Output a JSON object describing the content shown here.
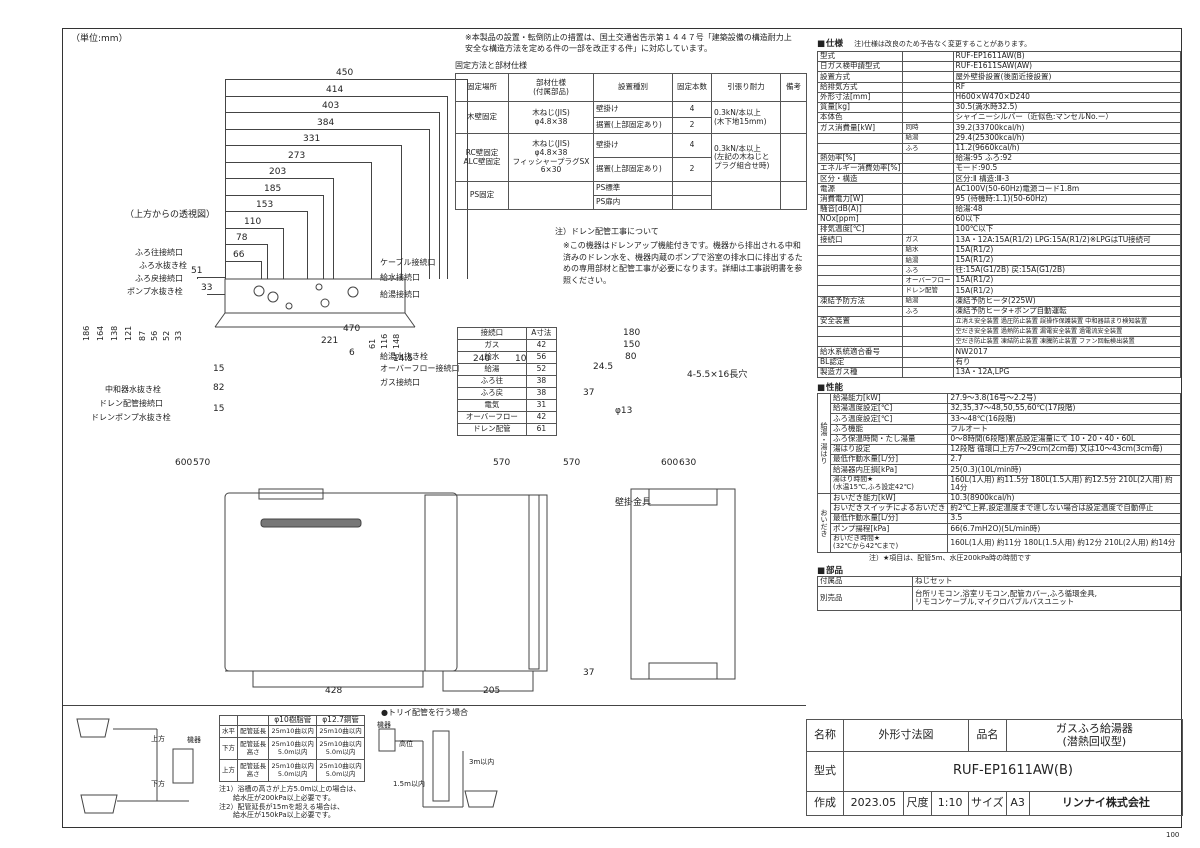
{
  "unit_label": "（単位:mm）",
  "perspective_label": "（上方からの透視図）",
  "top_dims": [
    "450",
    "414",
    "403",
    "384",
    "331",
    "273",
    "203",
    "185",
    "153",
    "110",
    "78",
    "66",
    "51",
    "33"
  ],
  "left_dims": [
    "186",
    "164",
    "138",
    "121",
    "87",
    "56",
    "52",
    "33"
  ],
  "right_dims": [
    "61",
    "116",
    "148"
  ],
  "left_labels": [
    "ふろ往接続口",
    "ふろ水抜き栓",
    "ふろ戻接続口",
    "ポンプ水抜き栓",
    "中和器水抜き栓",
    "ドレン配管接続口",
    "ドレンポンプ水抜き栓"
  ],
  "right_labels": [
    "ケーブル接続口",
    "給水接続口",
    "給湯接続口",
    "給湯水抜き栓",
    "オーバーフロー接続口",
    "ガス接続口"
  ],
  "install_note": "※本製品の設置・転倒防止の措置は、国土交通省告示第１４４７号「建築設備の構造耐力上安全な構造方法を定める件の一部を改正する件」に対応しています。",
  "fix_title": "固定方法と部材仕様",
  "fix_headers": [
    "固定場所",
    "部材仕様\n(付属部品)",
    "設置種別",
    "固定本数",
    "引張り耐力",
    "備考"
  ],
  "fix_rows": [
    {
      "place": "木壁固定",
      "spec": "木ねじ(JIS)\nφ4.8×38",
      "kinds": [
        "壁掛け",
        "据置(上部固定あり)"
      ],
      "counts": [
        "4",
        "2"
      ],
      "force": "0.3kN/本以上\n(木下地15mm)",
      "note": ""
    },
    {
      "place": "RC壁固定\nALC壁固定",
      "spec": "木ねじ(JIS)\nφ4.8×38\nフィッシャープラグSX\n6×30",
      "kinds": [
        "壁掛け",
        "据置(上部固定あり)"
      ],
      "counts": [
        "4",
        "2"
      ],
      "force": "0.3kN/本以上\n(左記の木ねじと\nプラグ組合せ時)",
      "note": ""
    },
    {
      "place": "PS固定",
      "spec": "",
      "kinds": [
        "PS標準",
        "PS扉内"
      ],
      "counts": [
        "",
        ""
      ],
      "force": "",
      "note": ""
    }
  ],
  "drain_note_title": "注）ドレン配管工事について",
  "drain_note": "※この機器はドレンアップ機能付きです。機器から排出される中和済みのドレン水を、機器内蔵のポンプで浴室の排水口に排出するための専用部材と配管工事が必要になります。詳細は工事説明書を参照ください。",
  "conn_headers": [
    "接続口",
    "A寸法"
  ],
  "conn_rows": [
    [
      "ガス",
      "42"
    ],
    [
      "給水",
      "56"
    ],
    [
      "給湯",
      "52"
    ],
    [
      "ふろ往",
      "38"
    ],
    [
      "ふろ戻",
      "38"
    ],
    [
      "電気",
      "31"
    ],
    [
      "オーバーフロー",
      "42"
    ],
    [
      "ドレン配管",
      "61"
    ]
  ],
  "wall_bracket_label": "壁掛金具",
  "front_dims": [
    "470",
    "221",
    "6",
    "15",
    "82",
    "15",
    "600",
    "570",
    "428"
  ],
  "side_dims": [
    "14.5",
    "240",
    "10",
    "570",
    "205"
  ],
  "bracket_dims": [
    "180",
    "150",
    "80",
    "24.5",
    "37",
    "4-5.5×16長穴",
    "φ13",
    "570",
    "600",
    "630",
    "37"
  ],
  "spec": {
    "title": "仕様",
    "note": "注)仕様は改良のため予告なく変更することがあります。",
    "rows": [
      [
        "型式",
        "",
        "RUF-EP1611AW(B)"
      ],
      [
        "日ガス検申請型式",
        "",
        "RUF-E1611SAW(AW)"
      ],
      [
        "設置方式",
        "",
        "屋外壁掛設置(後面近接設置)"
      ],
      [
        "給排気方式",
        "",
        "RF"
      ],
      [
        "外形寸法[mm]",
        "",
        "H600×W470×D240"
      ],
      [
        "質量[kg]",
        "",
        "30.5(満水時32.5)"
      ],
      [
        "本体色",
        "",
        "シャイニーシルバー（近似色:マンセルNo.ー）"
      ],
      [
        "ガス消費量[kW]",
        "同時",
        "39.2(33700kcal/h)"
      ],
      [
        "",
        "給湯",
        "29.4(25300kcal/h)"
      ],
      [
        "",
        "ふろ",
        "11.2(9660kcal/h)"
      ],
      [
        "熱効率[%]",
        "",
        "給湯:95 ふろ:92"
      ],
      [
        "エネルギー消費効率[%]",
        "",
        "モード:90.5"
      ],
      [
        "区分・構造",
        "",
        "区分:Ⅱ 構造:Ⅲ-3"
      ],
      [
        "電源",
        "",
        "AC100V(50-60Hz)電源コード1.8m"
      ],
      [
        "消費電力[W]",
        "",
        "95 (待機時:1.1)(50-60Hz)"
      ],
      [
        "騒音[dB(A)]",
        "",
        "給湯:48"
      ],
      [
        "NOx[ppm]",
        "",
        "60以下"
      ],
      [
        "排気温度[℃]",
        "",
        "100℃以下"
      ],
      [
        "接続口",
        "ガス",
        "13A・12A:15A(R1/2) LPG:15A(R1/2)※LPGはTU接続可"
      ],
      [
        "",
        "給水",
        "15A(R1/2)"
      ],
      [
        "",
        "給湯",
        "15A(R1/2)"
      ],
      [
        "",
        "ふろ",
        "往:15A(G1/2B) 戻:15A(G1/2B)"
      ],
      [
        "",
        "オーバーフロー",
        "15A(R1/2)"
      ],
      [
        "",
        "ドレン配管",
        "15A(R1/2)"
      ],
      [
        "凍結予防方法",
        "給湯",
        "凍結予防ヒータ(225W)"
      ],
      [
        "",
        "ふろ",
        "凍結予防ヒータ+ポンプ自動運転"
      ],
      [
        "安全装置",
        "",
        "立消え安全装置 過圧防止装置 誤操作保護装置 中和器詰まり検知装置"
      ],
      [
        "",
        "",
        "空だき安全装置 過熱防止装置 漏電安全装置 過電流安全装置"
      ],
      [
        "",
        "",
        "空だき防止装置 凍結防止装置 凍騰防止装置 ファン回転検出装置"
      ],
      [
        "給水系統適合番号",
        "",
        "NW2017"
      ],
      [
        "BL認定",
        "",
        "有り"
      ],
      [
        "製造ガス種",
        "",
        "13A・12A,LPG"
      ]
    ]
  },
  "perf": {
    "title": "性能",
    "rows": [
      [
        "給湯能力[kW]",
        "27.9～3.8(16号～2.2号)"
      ],
      [
        "給湯温度設定[℃]",
        "32,35,37～48,50,55,60℃(17段階)"
      ],
      [
        "ふろ温度設定[℃]",
        "33～48℃(16段階)"
      ],
      [
        "ふろ機能",
        "フルオート"
      ],
      [
        "ふろ保温時間・たし湯量",
        "0～8時間(6段階)累品設定湯量にて 10・20・40・60L"
      ],
      [
        "湯はり設定",
        "12段階 循環口上方7～29cm(2cm毎) 又は10～43cm(3cm毎)"
      ],
      [
        "最低作動水量[L/分]",
        "2.7"
      ],
      [
        "給湯器内圧損[kPa]",
        "25(0.3)(10L/min時)"
      ],
      [
        "湯はり時間★\n(水温15℃,ふろ設定42℃)",
        "160L(1人用) 約11.5分 180L(1.5人用) 約12.5分 210L(2人用) 約14分"
      ],
      [
        "おいだき能力[kW]",
        "10.3(8900kcal/h)"
      ],
      [
        "おいだきスイッチによるおいだき",
        "約2℃上昇,設定温度まで達しない場合は設定温度で自動停止"
      ],
      [
        "最低作動水量[L/分]",
        "3.5"
      ],
      [
        "ポンプ揚程[kPa]",
        "66(6.7mH2O)(5L/min時)"
      ],
      [
        "おいだき時間★\n(32℃から42℃まで)",
        "160L(1人用) 約11分 180L(1.5人用) 約12分 210L(2人用) 約14分"
      ]
    ],
    "side_labels": [
      "給湯・湯はり",
      "おいだき"
    ],
    "footnote": "注）★項目は、配管5m、水圧200kPa時の時間です"
  },
  "parts": {
    "title": "部品",
    "rows": [
      [
        "付属品",
        "ねじセット"
      ],
      [
        "別売品",
        "台所リモコン,浴室リモコン,配管カバー,ふろ循環金具,\nリモコンケーブル,マイクロバブルバスユニット"
      ]
    ]
  },
  "bath_table": {
    "headers": [
      "",
      "",
      "φ10樹脂管",
      "φ12.7銅管"
    ],
    "rows": [
      [
        "水平",
        "配管延長",
        "25m10曲以内",
        "25m10曲以内"
      ],
      [
        "下方",
        "配管延長\n高さ",
        "25m10曲以内\n5.0m以内",
        "25m10曲以内\n5.0m以内"
      ],
      [
        "上方",
        "配管延長\n高さ",
        "25m10曲以内\n5.0m以内",
        "25m10曲以内\n5.0m以内"
      ]
    ],
    "notes": [
      "注1）浴槽の高さが上方5.0m以上の場合は、",
      "　　給水圧が200kPa以上必要です。",
      "注2）配管延長が15mを超える場合は、",
      "　　給水圧が150kPa以上必要です。"
    ],
    "labels": [
      "上方",
      "下方",
      "機器"
    ]
  },
  "trap_title": "●トリイ配管を行う場合",
  "trap_labels": [
    "機器",
    "高位",
    "1.5m以内",
    "3m以内"
  ],
  "title_block": {
    "name_label": "名称",
    "name_value": "外形寸法図",
    "product_label": "品名",
    "product_value": "ガスふろ給湯器\n(潜熱回収型)",
    "model_label": "型式",
    "model_value": "RUF-EP1611AW(B)",
    "made_label": "作成",
    "made_value": "2023.05",
    "scale_label": "尺度",
    "scale_value": "1:10",
    "size_label": "サイズ",
    "size_value": "A3",
    "company": "リンナイ株式会社"
  },
  "page_no": "100"
}
